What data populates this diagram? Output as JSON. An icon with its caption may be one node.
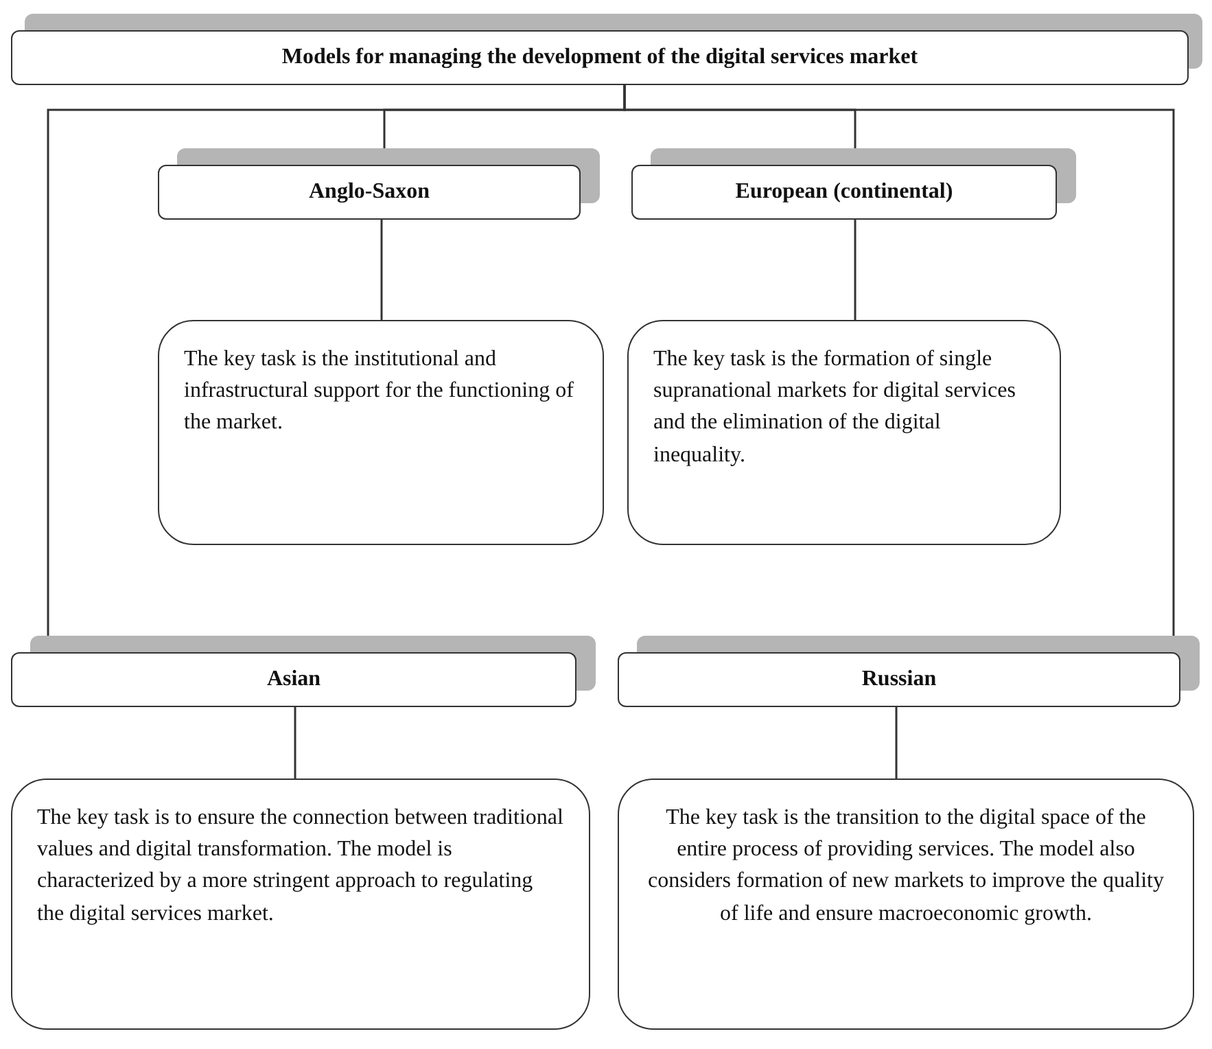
{
  "diagram": {
    "nodes": [
      {
        "text": [
          "Models for managing the development of the digital services market"
        ]
      },
      {
        "text": [
          "Anglo-Saxon"
        ]
      },
      {
        "text": [
          "The key task is the institutional and infrastructural support for the functioning of the market."
        ]
      },
      {
        "text": [
          "European (continental)"
        ]
      },
      {
        "text": [
          "The key task is the formation of single supranational markets for digital services and the elimination of the digital inequality."
        ]
      },
      {
        "text": [
          "Asian"
        ]
      },
      {
        "text": [
          "The key task is to ensure the connection between traditional values and digital transformation. The model is characterized by a more stringent approach to regulating the digital services market."
        ]
      },
      {
        "text": [
          "Russian"
        ]
      },
      {
        "text": [
          "The key task is the transition to the digital space of the entire process of providing services. The model also considers formation of new markets to improve the quality of life and ensure macroeconomic growth."
        ]
      }
    ],
    "edges": [
      {
        "from": 0,
        "to": 1,
        "arrow": "to"
      },
      {
        "from": 0,
        "to": 3,
        "arrow": "to"
      },
      {
        "from": 0,
        "to": 5,
        "arrow": "to"
      },
      {
        "from": 0,
        "to": 7,
        "arrow": "to"
      },
      {
        "from": 1,
        "to": 2,
        "arrow": "none"
      },
      {
        "from": 3,
        "to": 4,
        "arrow": "none"
      },
      {
        "from": 5,
        "to": 6,
        "arrow": "none"
      },
      {
        "from": 7,
        "to": 8,
        "arrow": "none"
      }
    ]
  }
}
